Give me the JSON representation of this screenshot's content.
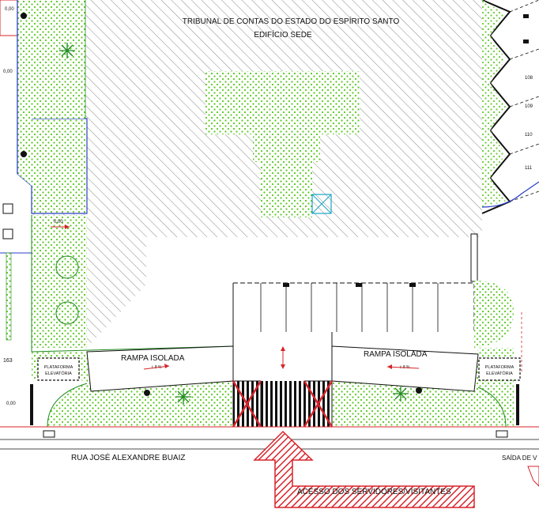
{
  "building": {
    "title_line1": "TRIBUNAL DE CONTAS DO ESTADO DO ESPÍRITO SANTO",
    "title_line2": "EDIFÍCIO SEDE"
  },
  "ramps": {
    "left_label": "RAMPA ISOLADA",
    "right_label": "RAMPA ISOLADA",
    "left_slope": "i: 8 %",
    "right_slope": "i: 8 %"
  },
  "platforms": {
    "left_line1": "PLATAFORMA",
    "left_line2": "ELEVATÓRIA",
    "right_line1": "PLATAFORMA",
    "right_line2": "ELEVATÓRIA"
  },
  "street": {
    "name": "RUA JOSÉ ALEXANDRE BUAIZ"
  },
  "access": {
    "label": "ACESSO DOS SERVIDORES/VISITANTES"
  },
  "exit": {
    "label": "SAÍDA DE V"
  },
  "levels": {
    "top_left": "0,00",
    "left_upper": "0,00",
    "mid": "0,00",
    "bottom_left": "0,00",
    "left_num": "163"
  },
  "parking": {
    "numbers": [
      "108",
      "109",
      "110",
      "111"
    ]
  },
  "colors": {
    "hatch": "#808080",
    "green_fill": "#6fd42a",
    "green_edge": "#1f8a1f",
    "arrow_red": "#d8232a",
    "wall_blue": "#2b3fc9"
  }
}
